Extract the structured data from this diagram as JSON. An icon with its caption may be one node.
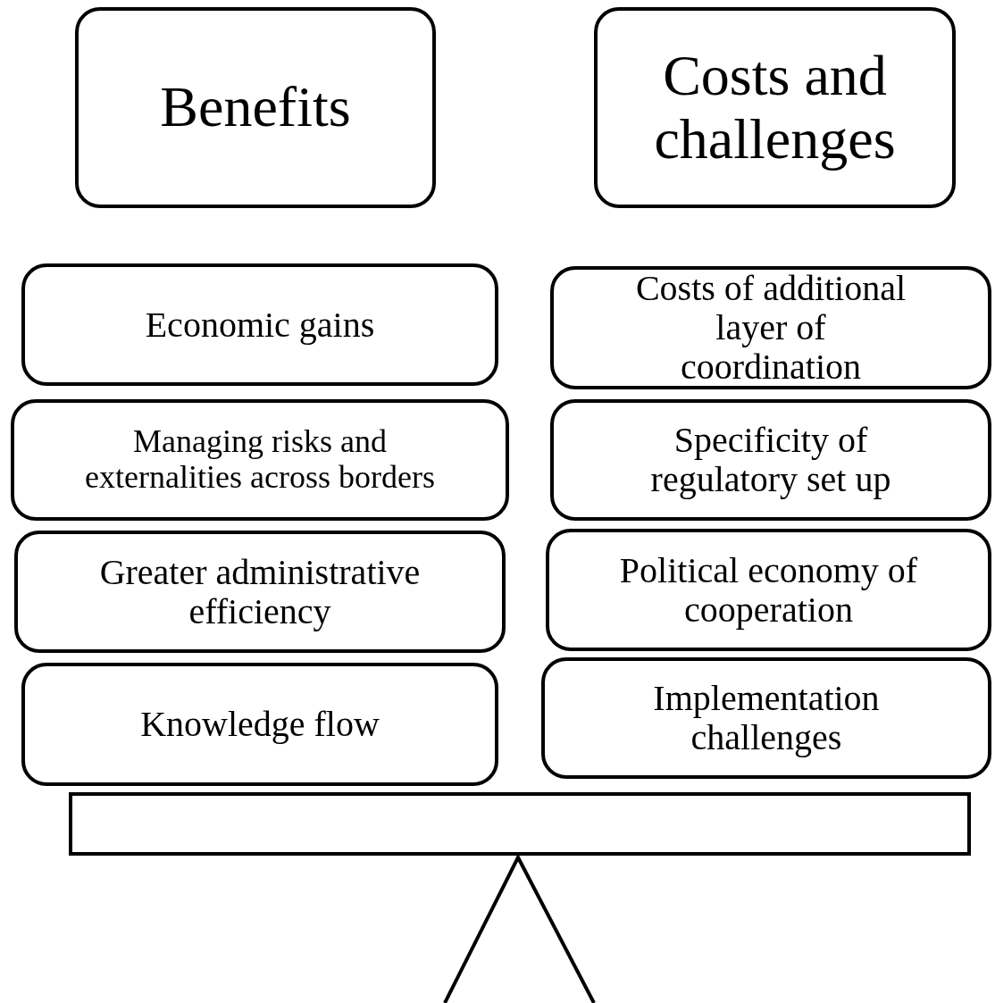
{
  "diagram": {
    "nodes": [
      {
        "text": [
          "Benefits"
        ]
      },
      {
        "text": [
          "Costs and challenges"
        ]
      },
      {
        "text": [
          "Economic gains"
        ]
      },
      {
        "text": [
          "Managing risks and externalities across borders"
        ]
      },
      {
        "text": [
          "Greater administrative efficiency"
        ]
      },
      {
        "text": [
          "Knowledge flow"
        ]
      },
      {
        "text": [
          "Costs of additional layer of coordination"
        ]
      },
      {
        "text": [
          "Specificity of regulatory set up"
        ]
      },
      {
        "text": [
          "Political economy of cooperation"
        ]
      },
      {
        "text": [
          "Implementation challenges"
        ]
      }
    ]
  }
}
